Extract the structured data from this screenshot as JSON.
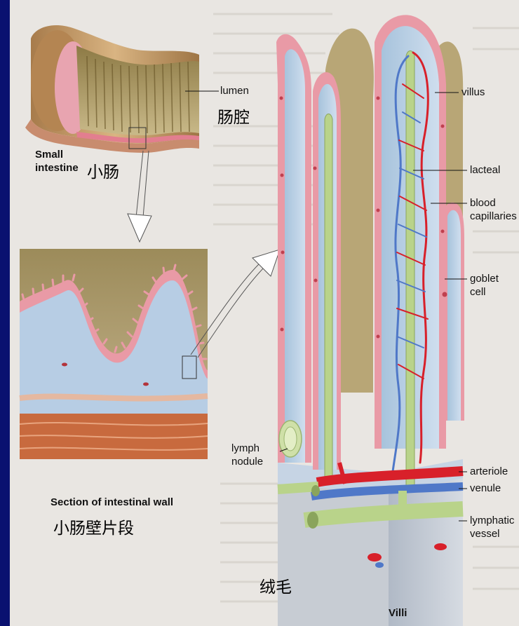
{
  "labels": {
    "lumen": "lumen",
    "lumen_cn": "肠腔",
    "small_intestine_line1": "Small",
    "small_intestine_line2": "intestine",
    "small_intestine_cn": "小肠",
    "section_title": "Section of intestinal wall",
    "section_cn": "小肠壁片段",
    "villus": "villus",
    "lacteal": "lacteal",
    "blood_line1": "blood",
    "blood_line2": "capillaries",
    "goblet_line1": "goblet",
    "goblet_line2": "cell",
    "lymph_line1": "lymph",
    "lymph_line2": "nodule",
    "arteriole": "arteriole",
    "venule": "venule",
    "lymphatic_line1": "lymphatic",
    "lymphatic_line2": "vessel",
    "villi_cn": "绒毛",
    "villi": "Villi"
  },
  "colors": {
    "slide_border": "#0a1170",
    "paper": "#e9e6e2",
    "mucosa_pink": "#e79aa8",
    "lumen_olive": "#9c8a52",
    "submucosa_blue": "#b9cde3",
    "muscle_orange": "#c8663a",
    "artery_red": "#d8202a",
    "vein_blue": "#4f78c8",
    "lymph_green": "#b9d38a"
  }
}
